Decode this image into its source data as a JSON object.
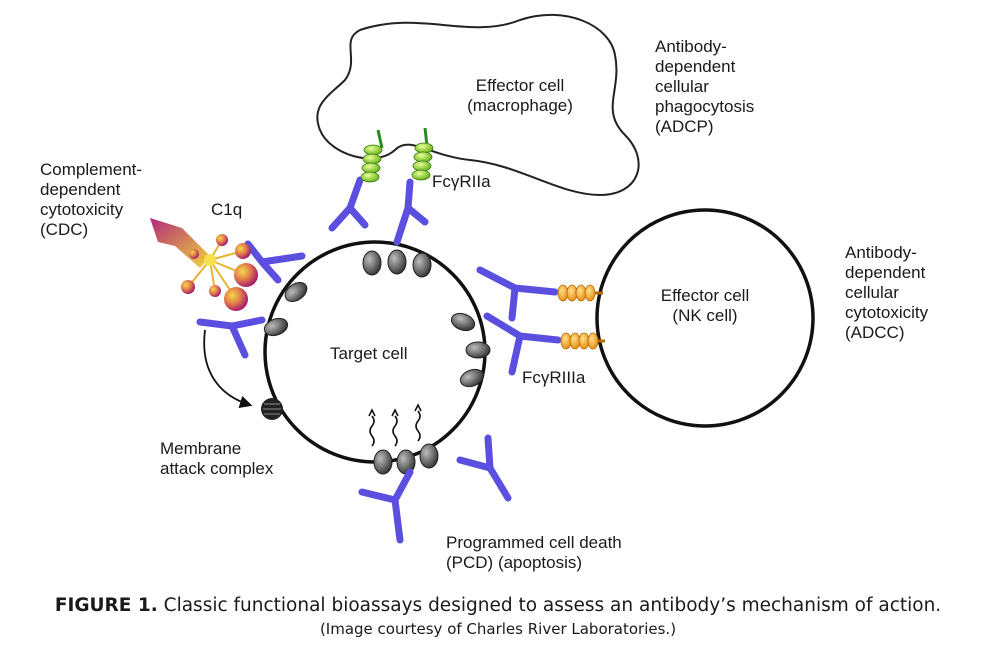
{
  "labels": {
    "cdc": "Complement-\ndependent\ncytotoxicity\n(CDC)",
    "c1q": "C1q",
    "macrophage": "Effector cell\n(macrophage)",
    "adcp": "Antibody-\ndependent\ncellular\nphagocytosis\n(ADCP)",
    "fcgr2a": "FcγRIIa",
    "nk": "Effector cell\n(NK cell)",
    "adcc": "Antibody-\ndependent\ncellular\ncytotoxicity\n(ADCC)",
    "target": "Target cell",
    "fcgr3a": "FcγRIIIa",
    "mac": "Membrane\nattack complex",
    "pcd": "Programmed cell death\n(PCD) (apoptosis)"
  },
  "caption": {
    "figure_label": "FIGURE 1.",
    "title": "Classic functional bioassays designed to assess an antibody’s mechanism of action.",
    "credit": "(Image courtesy of Charles River Laboratories.)"
  },
  "colors": {
    "antibody": "#5b4fe0",
    "cell_outline": "#111111",
    "receptor_green": "#8cd22a",
    "receptor_orange": "#f5a623",
    "complement": "#c0327a",
    "complement_core": "#f2d23a",
    "protein": "#6a6a6a"
  }
}
